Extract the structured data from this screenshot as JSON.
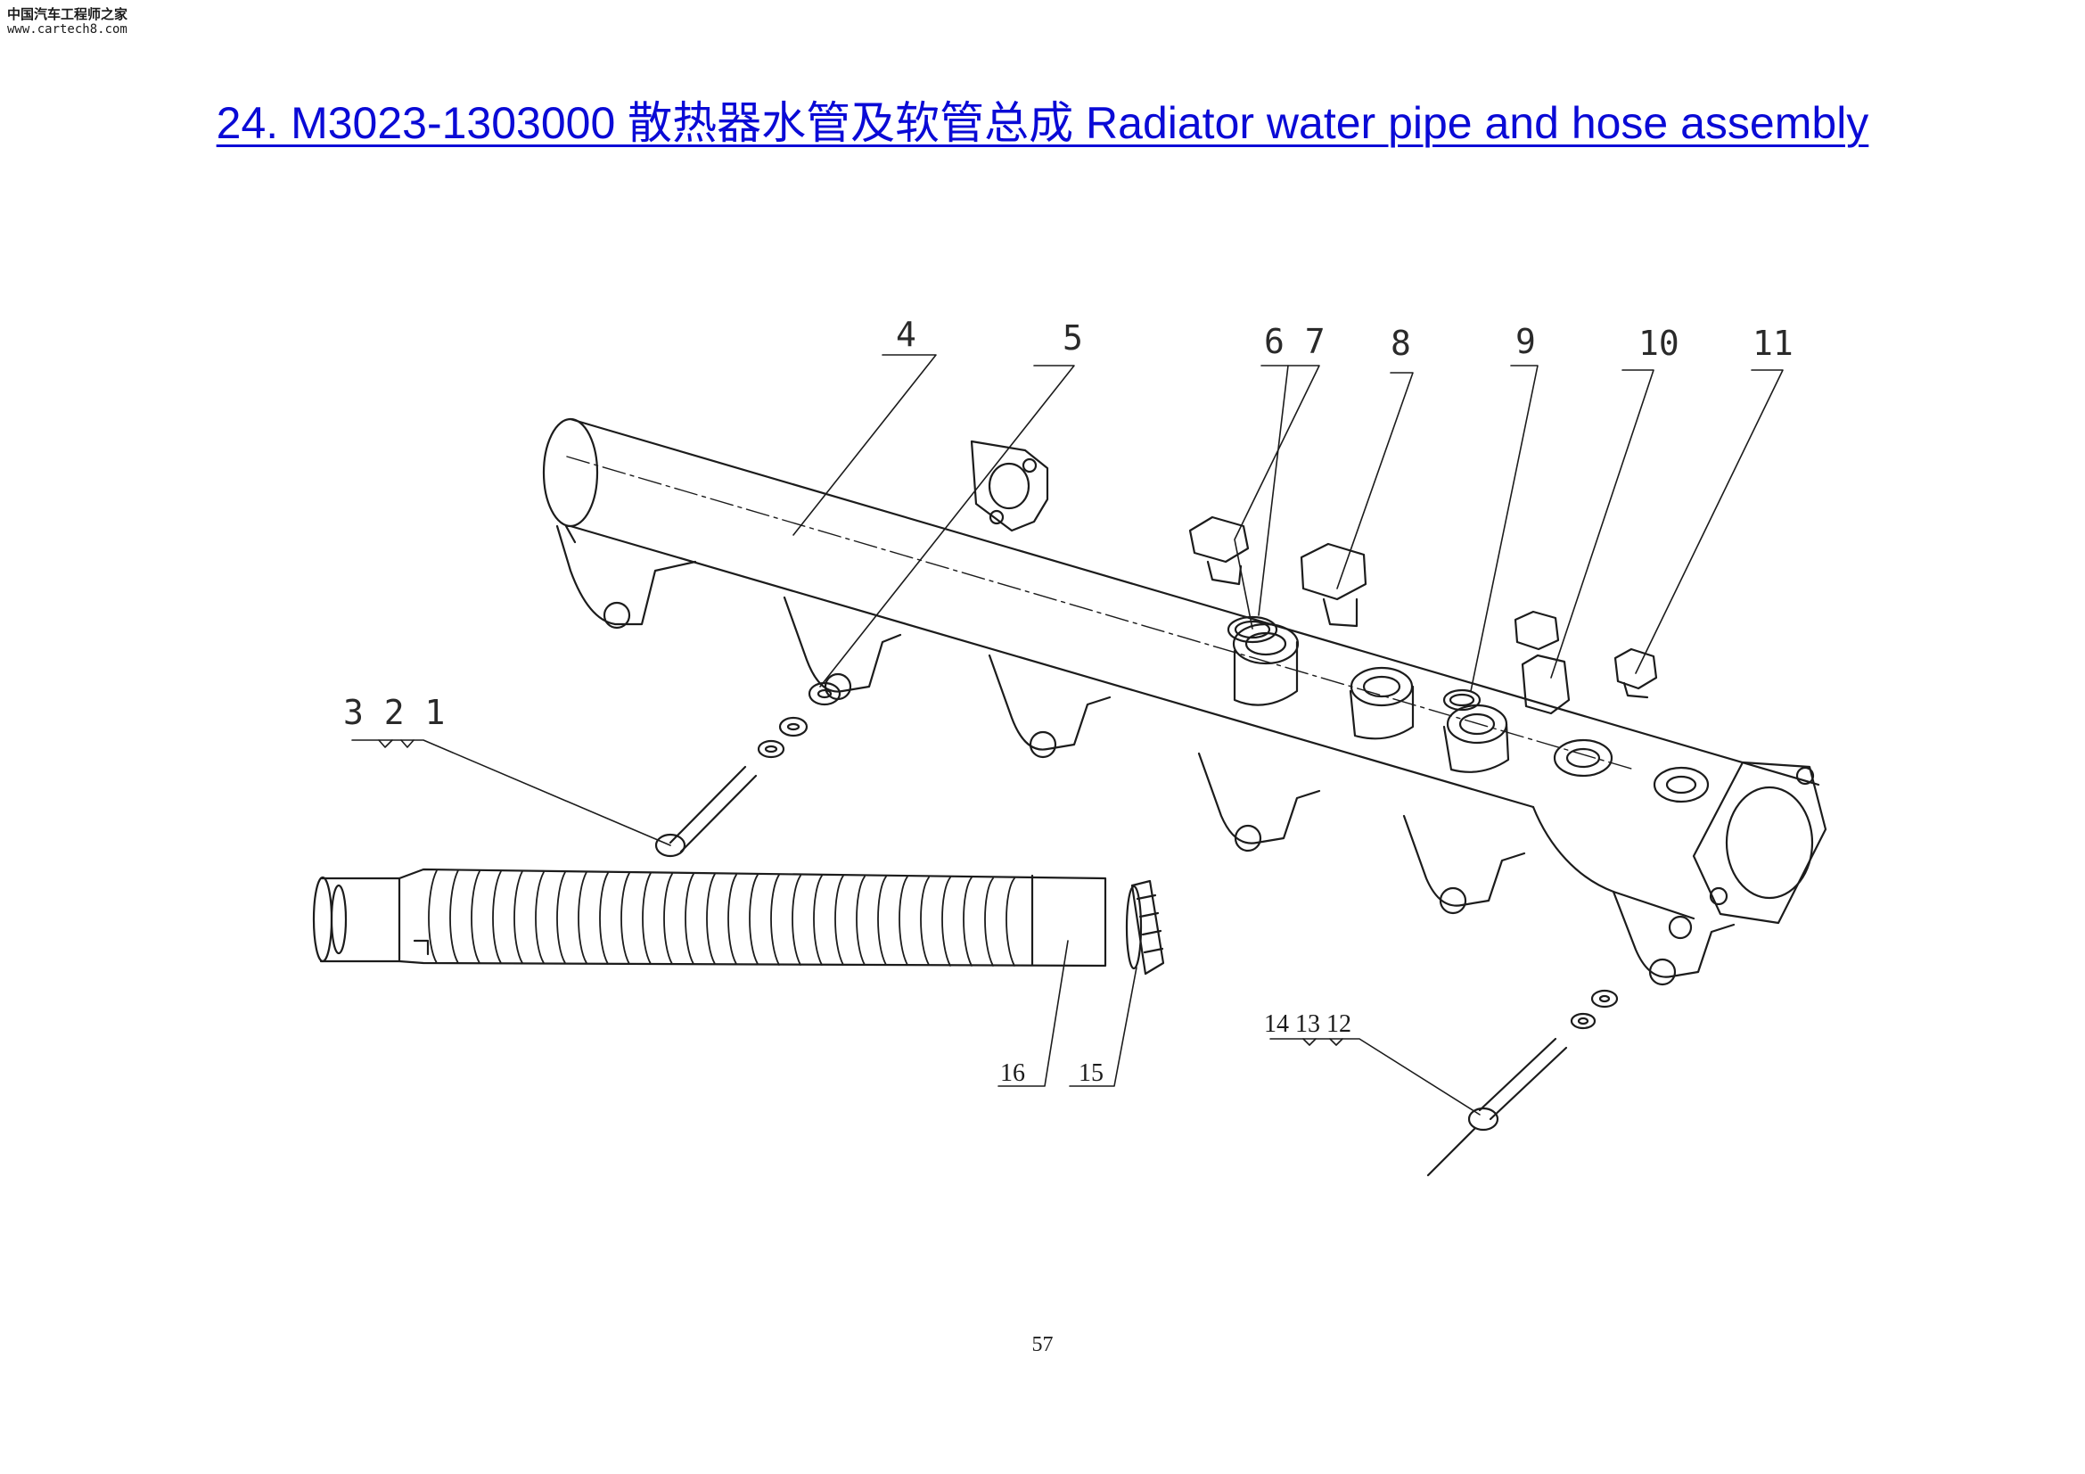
{
  "watermark": {
    "line1": "中国汽车工程师之家",
    "line2": "www.cartech8.com"
  },
  "title": "24. M3023-1303000  散热器水管及软管总成 Radiator water pipe and hose assembly",
  "callouts": {
    "c4": "4",
    "c5": "5",
    "c67": "6 7",
    "c8": "8",
    "c9": "9",
    "c10": "10",
    "c11": "11",
    "c321": "3 2 1",
    "c16": "16",
    "c15": "15",
    "c141312": "14 13 12"
  },
  "page_number": "57"
}
